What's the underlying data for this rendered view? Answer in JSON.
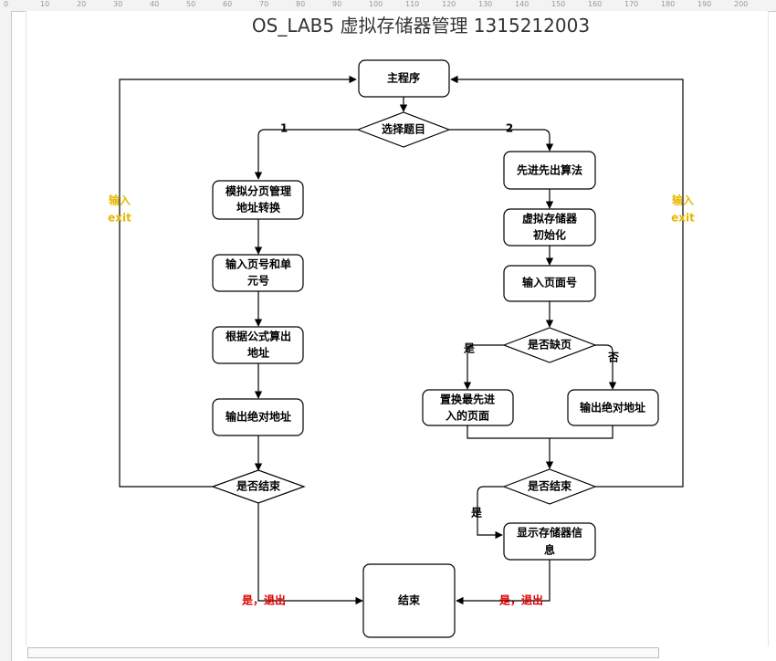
{
  "title": "OS_LAB5 虚拟存储器管理 1315212003",
  "ruler": {
    "ticks": [
      "0",
      "10",
      "20",
      "30",
      "40",
      "50",
      "60",
      "70",
      "80",
      "90",
      "100",
      "110",
      "120",
      "130",
      "140",
      "150",
      "160",
      "170",
      "180",
      "190",
      "200"
    ]
  },
  "nodes": {
    "main": "主程序",
    "choose": "选择题目",
    "left1": [
      "模拟分页管理",
      "地址转换"
    ],
    "left2": [
      "输入页号和单",
      "元号"
    ],
    "left3": [
      "根据公式算出",
      "地址"
    ],
    "left4": "输出绝对地址",
    "leftEnd": "是否结束",
    "right1": "先进先出算法",
    "right2": [
      "虚拟存储器",
      "初始化"
    ],
    "right3": "输入页面号",
    "rightMiss": "是否缺页",
    "right4": [
      "置换最先进",
      "入的页面"
    ],
    "right5": "输出绝对地址",
    "rightEnd": "是否结束",
    "right6": [
      "显示存储器信",
      "息"
    ],
    "end": "结束"
  },
  "labels": {
    "opt1": "1",
    "opt2": "2",
    "yes": "是",
    "no": "否",
    "yes2": "是",
    "inputExitLeft": [
      "输入",
      "exit"
    ],
    "inputExitRight": [
      "输入",
      "exit"
    ],
    "exitLeft": "是，退出",
    "exitRight": "是，退出"
  },
  "colors": {
    "accent": "#e6b800",
    "exit": "#dd0000",
    "stroke": "#000000"
  }
}
